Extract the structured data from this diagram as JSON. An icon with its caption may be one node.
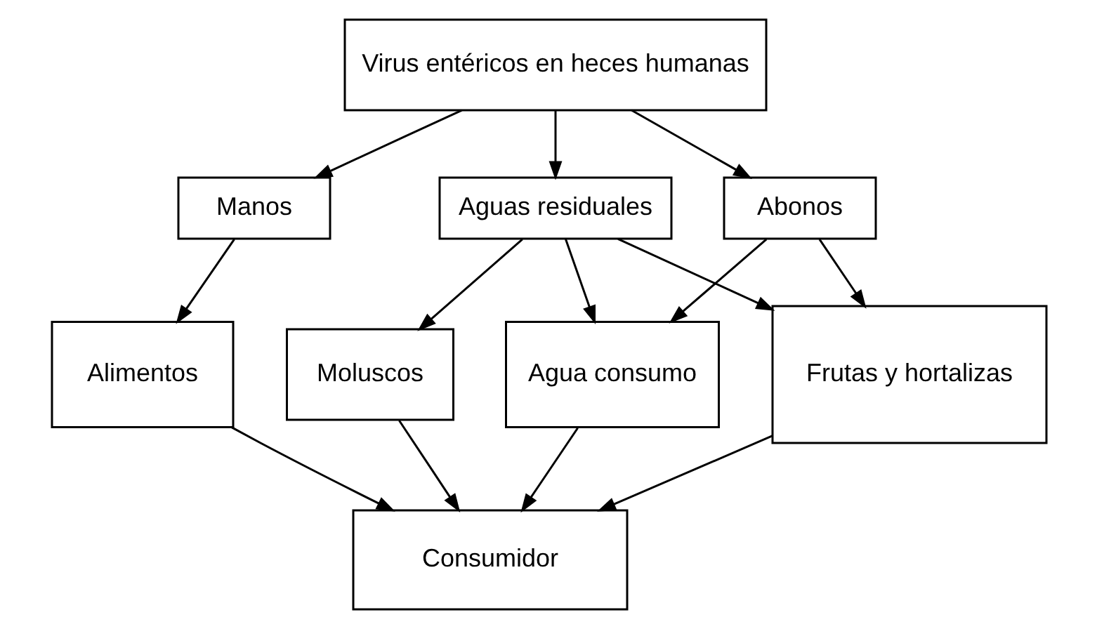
{
  "diagram": {
    "nodes": [
      {
        "text": [
          "Virus entéricos en heces humanas"
        ]
      },
      {
        "text": [
          "Manos"
        ]
      },
      {
        "text": [
          "Aguas residuales"
        ]
      },
      {
        "text": [
          "Abonos"
        ]
      },
      {
        "text": [
          "Alimentos"
        ]
      },
      {
        "text": [
          "Moluscos"
        ]
      },
      {
        "text": [
          "Agua consumo"
        ]
      },
      {
        "text": [
          "Frutas y hortalizas"
        ]
      },
      {
        "text": [
          "Consumidor"
        ]
      }
    ],
    "edges": [
      {
        "from": 0,
        "to": 1,
        "arrow": "to"
      },
      {
        "from": 0,
        "to": 2,
        "arrow": "to"
      },
      {
        "from": 0,
        "to": 3,
        "arrow": "to"
      },
      {
        "from": 1,
        "to": 4,
        "arrow": "to"
      },
      {
        "from": 2,
        "to": 5,
        "arrow": "to"
      },
      {
        "from": 2,
        "to": 6,
        "arrow": "to"
      },
      {
        "from": 2,
        "to": 7,
        "arrow": "to"
      },
      {
        "from": 3,
        "to": 6,
        "arrow": "to"
      },
      {
        "from": 3,
        "to": 7,
        "arrow": "to"
      },
      {
        "from": 4,
        "to": 8,
        "arrow": "to"
      },
      {
        "from": 5,
        "to": 8,
        "arrow": "to"
      },
      {
        "from": 6,
        "to": 8,
        "arrow": "to"
      },
      {
        "from": 7,
        "to": 8,
        "arrow": "to"
      }
    ]
  }
}
